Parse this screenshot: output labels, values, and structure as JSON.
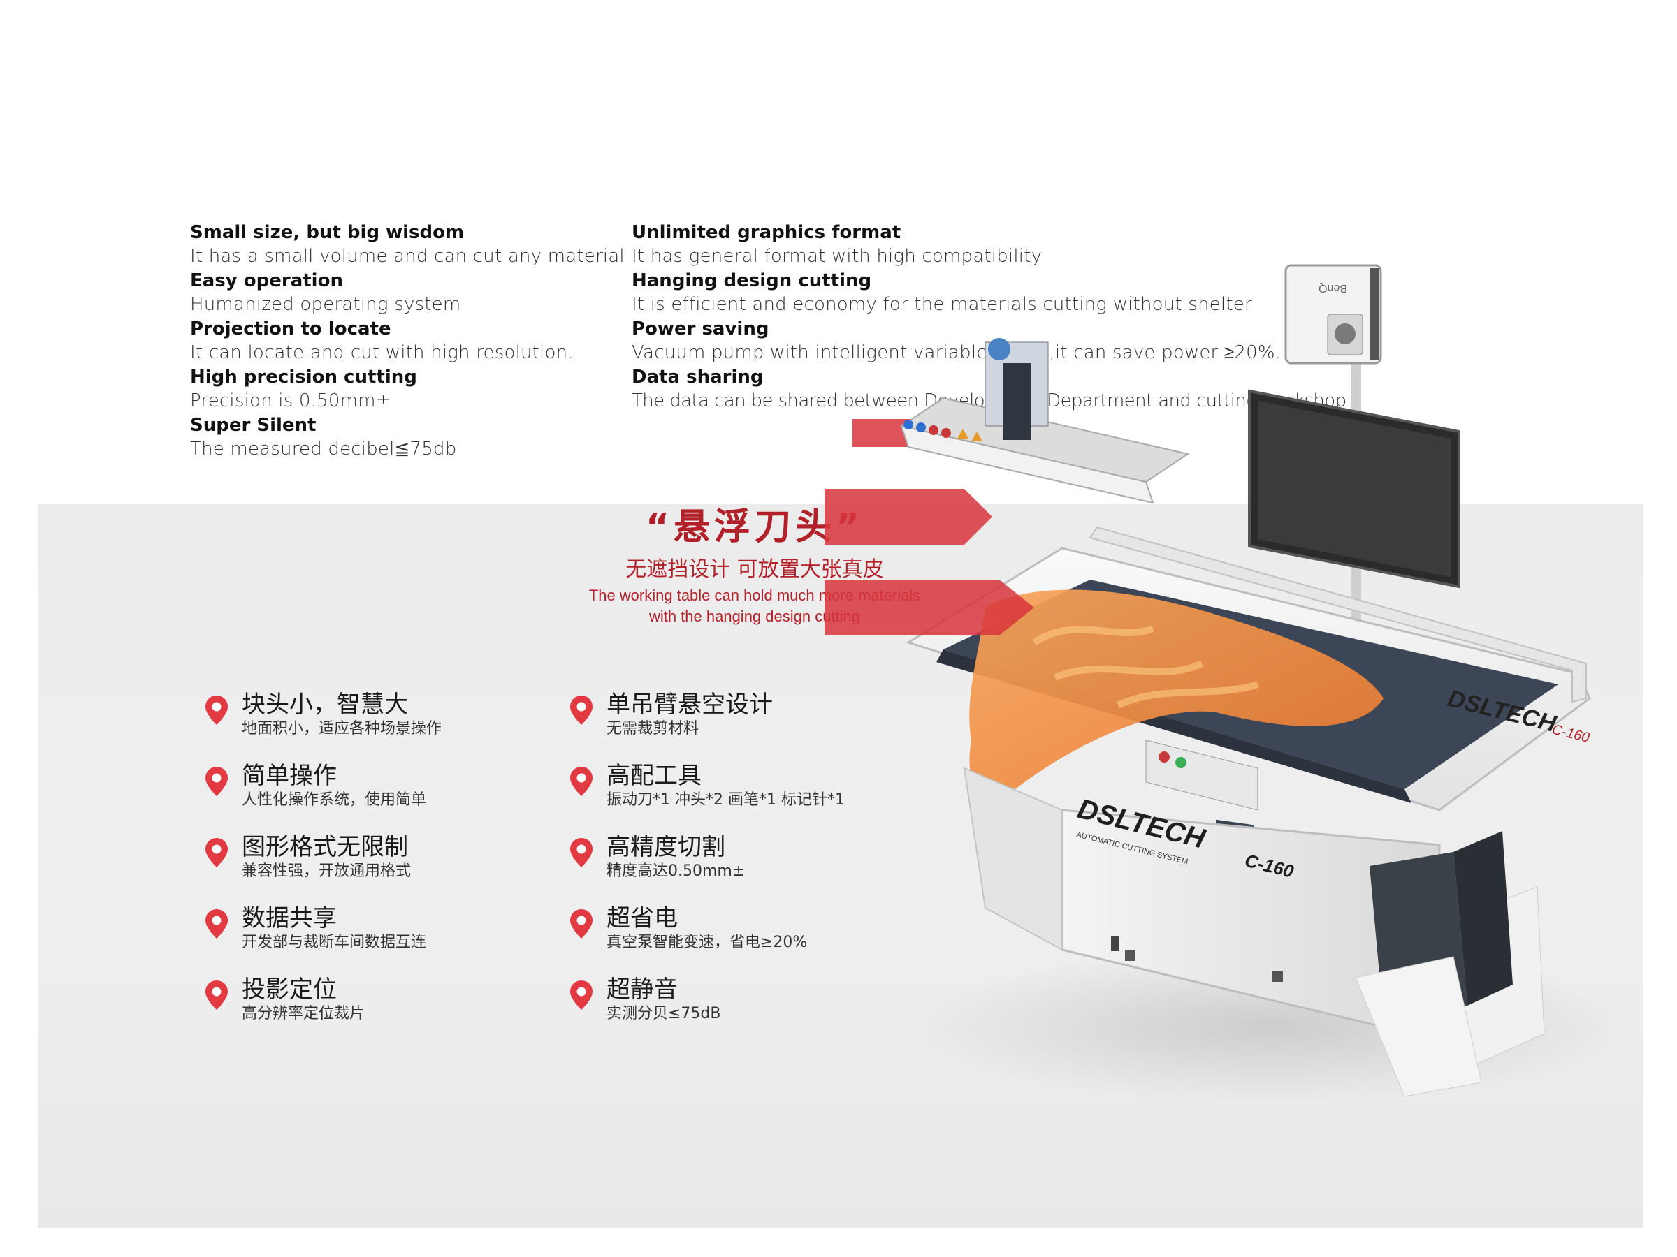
{
  "features_en": {
    "left": [
      {
        "title": "Small size, but big wisdom",
        "desc": "It has a small volume and can cut any material"
      },
      {
        "title": "Easy operation",
        "desc": "Humanized operating system"
      },
      {
        "title": "Projection to locate",
        "desc": "It can locate and cut with high resolution."
      },
      {
        "title": "High precision cutting",
        "desc": "Precision is 0.50mm±"
      },
      {
        "title": "Super Silent",
        "desc": "The measured decibel≦75db"
      }
    ],
    "right": [
      {
        "title": "Unlimited graphics format",
        "desc": "It has general format with high compatibility"
      },
      {
        "title": "Hanging design cutting",
        "desc": "It is efficient and economy for the materials cutting without shelter"
      },
      {
        "title": "Power saving",
        "desc": "Vacuum pump with intelligent variable speed,it can save power ≥20%."
      },
      {
        "title": "Data sharing",
        "desc": "The data can be shared between Development Department and cutting workshop"
      }
    ]
  },
  "headline": {
    "title": "“悬浮刀头”",
    "sub_cn": "无遮挡设计 可放置大张真皮",
    "sub_en_1": "The working table can hold much more materials",
    "sub_en_2": "with the hanging design cutting"
  },
  "features_cn": {
    "left": [
      {
        "title": "块头小，智慧大",
        "desc": "地面积小，适应各种场景操作"
      },
      {
        "title": "简单操作",
        "desc": "人性化操作系统，使用简单"
      },
      {
        "title": "图形格式无限制",
        "desc": "兼容性强，开放通用格式"
      },
      {
        "title": "数据共享",
        "desc": "开发部与裁断车间数据互连"
      },
      {
        "title": "投影定位",
        "desc": "高分辨率定位裁片"
      }
    ],
    "right": [
      {
        "title": "单吊臂悬空设计",
        "desc": "无需裁剪材料"
      },
      {
        "title": "高配工具",
        "desc": "振动刀*1 冲头*2 画笔*1 标记针*1"
      },
      {
        "title": "高精度切割",
        "desc": "精度高达0.50mm±"
      },
      {
        "title": "超省电",
        "desc": "真空泵智能变速，省电≥20%"
      },
      {
        "title": "超静音",
        "desc": "实测分贝≤75dB"
      }
    ]
  },
  "machine": {
    "brand": "DSLTECH",
    "model": "C-160",
    "projector_brand": "BenQ",
    "tagline": "AUTOMATIC CUTTING SYSTEM"
  },
  "colors": {
    "accent_red": "#b2212a",
    "pin_red": "#e23a42",
    "panel_grey": "#ececec"
  }
}
